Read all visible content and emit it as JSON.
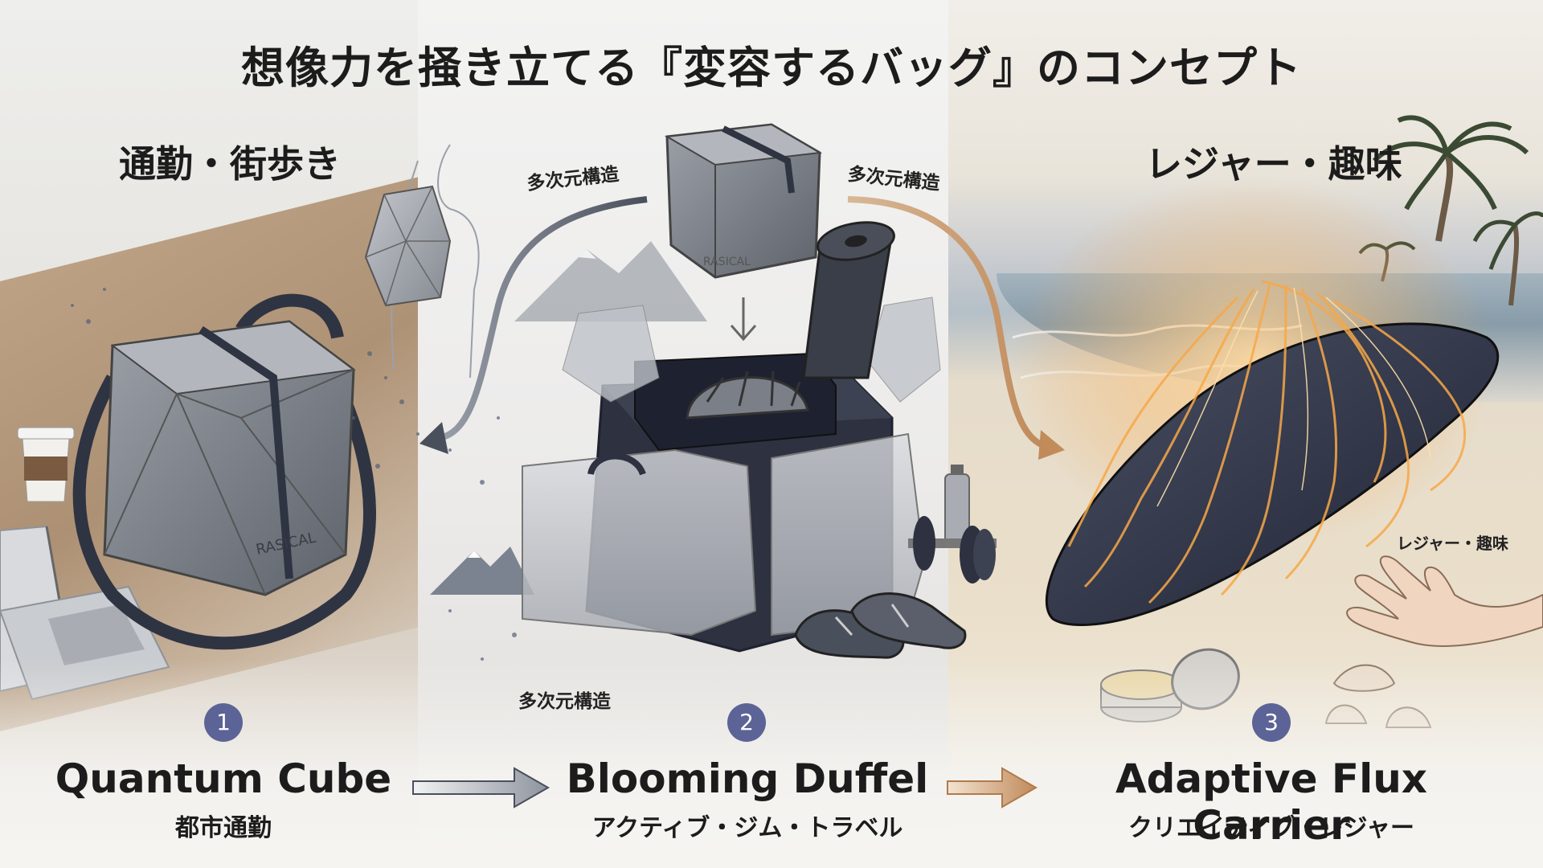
{
  "title": "想像力を掻き立てる『変容するバッグ』のコンセプト",
  "sections": {
    "left_heading": "通勤・街歩き",
    "right_heading": "レジャー・趣味"
  },
  "labels": {
    "multi_dim_top_left": "多次元構造",
    "multi_dim_top_right": "多次元構造",
    "multi_dim_bottom": "多次元構造",
    "leisure_small": "レジャー・趣味",
    "brand_small": "RASICAL",
    "brand_large": "RASICAL"
  },
  "products": [
    {
      "number": "1",
      "name": "Quantum Cube",
      "subtitle": "都市通勤"
    },
    {
      "number": "2",
      "name": "Blooming Duffel",
      "subtitle": "アクティブ・ジム・トラベル"
    },
    {
      "number": "3",
      "name": "Adaptive Flux Carrier",
      "subtitle": "クリエイティブ・レジャー"
    }
  ],
  "colors": {
    "number_badge": "#5c6396",
    "flow_arrow_left": "#4a4f5c",
    "flow_arrow_right": "#c08a5a",
    "glow": "#f3a54a"
  },
  "icons": [
    "backpack-icon",
    "cube-bag-icon",
    "shoulder-bag-icon",
    "coffee-cup-icon",
    "laptop-icon",
    "duffel-bag-icon",
    "helmet-icon",
    "yoga-mat-icon",
    "water-bottle-icon",
    "dumbbell-icon",
    "climbing-shoes-icon",
    "mountain-icon",
    "surfboard-icon",
    "palm-tree-icon",
    "hand-icon",
    "wax-tin-icon",
    "seashell-icon"
  ]
}
